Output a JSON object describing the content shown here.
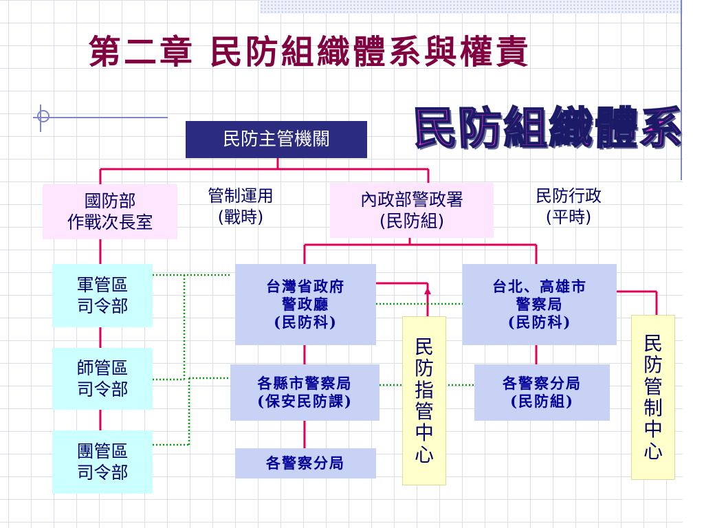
{
  "title": "第二章 民防組織體系與權責",
  "wordart": "民防組織體系",
  "nodes": {
    "top": "民防主管機關",
    "mod": [
      "國防部",
      "作戰次長室"
    ],
    "moi": [
      "內政部警政署",
      "(民防組)"
    ],
    "army1": [
      "軍管區",
      "司令部"
    ],
    "army2": [
      "師管區",
      "司令部"
    ],
    "army3": [
      "團管區",
      "司令部"
    ],
    "tw_police": [
      "台灣省政府",
      "警政廳",
      "(民防科)"
    ],
    "county_police": [
      "各縣市警察局",
      "(保安民防課)"
    ],
    "precinct": [
      "各警察分局"
    ],
    "city_police": [
      "台北、高雄市",
      "警察局",
      "(民防科)"
    ],
    "city_precinct": [
      "各警察分局",
      "(民防組)"
    ],
    "command_center": "民防指管中心",
    "control_center": "民防管制中心"
  },
  "labels": {
    "wartime": [
      "管制運用",
      "(戰時)"
    ],
    "peacetime": [
      "民防行政",
      "(平時)"
    ]
  },
  "colors": {
    "title": "#800040",
    "solid_connector": "#e0005a",
    "dotted_connector": "#00a000",
    "top_box": "#2b2b80"
  }
}
